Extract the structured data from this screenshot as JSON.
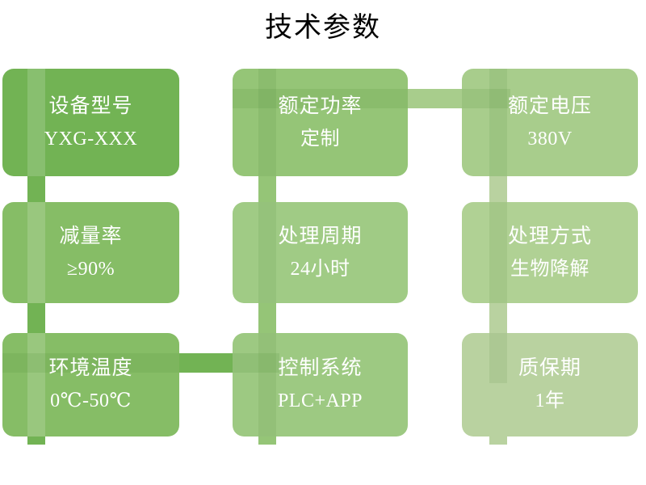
{
  "title": "技术参数",
  "theme": {
    "background": "#ffffff",
    "title_color": "#000000",
    "accent_dark": "#72b354",
    "accent_mid": "#95c577",
    "accent_light": "#b9d2a0",
    "card_text_color": "#ffffff"
  },
  "cards": [
    {
      "id": "device-model",
      "label": "设备型号",
      "value": "YXG-XXX",
      "tint": "#72b354"
    },
    {
      "id": "rated-power",
      "label": "额定功率",
      "value": "定制",
      "tint": "#95c577"
    },
    {
      "id": "rated-voltage",
      "label": "额定电压",
      "value": "380V",
      "tint": "#a8cd8c"
    },
    {
      "id": "reduction-rate",
      "label": "减量率",
      "value": "≥90%",
      "tint": "#86bd66"
    },
    {
      "id": "treatment-cycle",
      "label": "处理周期",
      "value": "24小时",
      "tint": "#a0cb85"
    },
    {
      "id": "treatment-method",
      "label": "处理方式",
      "value": "生物降解",
      "tint": "#b0d194"
    },
    {
      "id": "ambient-temperature",
      "label": "环境温度",
      "value": "0℃-50℃",
      "tint": "#86bd66"
    },
    {
      "id": "control-system",
      "label": "控制系统",
      "value": "PLC+APP",
      "tint": "#9dc982"
    },
    {
      "id": "warranty-period",
      "label": "质保期",
      "value": "1年",
      "tint": "#b9d2a0"
    }
  ]
}
